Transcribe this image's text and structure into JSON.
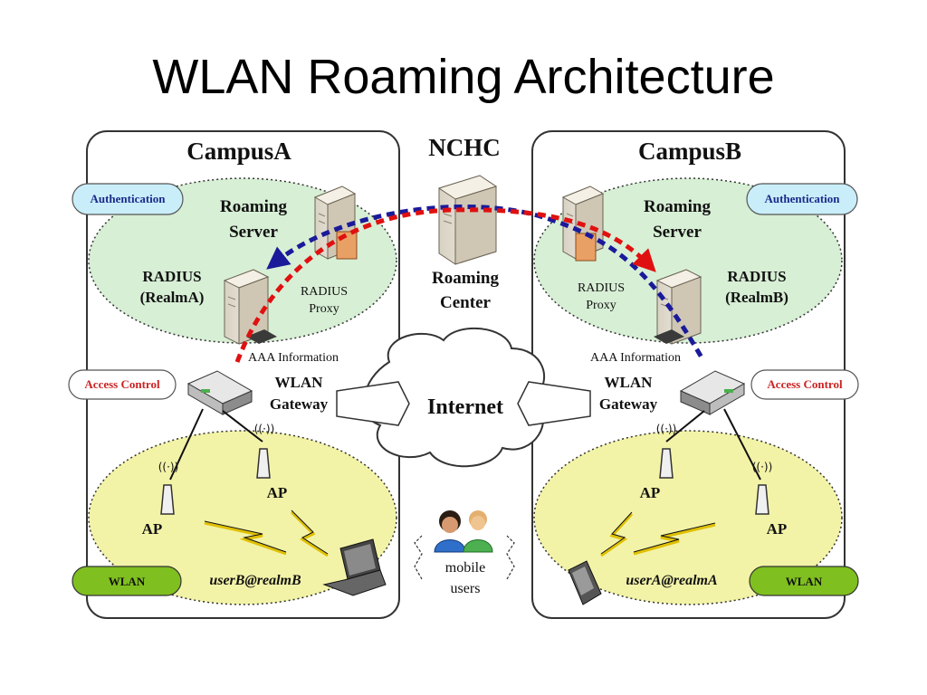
{
  "title": "WLAN Roaming Architecture",
  "colors": {
    "green_ellipse": "#d7efd5",
    "yellow_ellipse": "#f3f3a8",
    "auth_tag": "#c9eefa",
    "access_tag_border": "#cc2222",
    "wlan_tag": "#7fbf1f",
    "arrow_blue": "#1a1a9a",
    "arrow_red": "#e01010"
  },
  "nchc": {
    "label": "NCHC",
    "center_line1": "Roaming",
    "center_line2": "Center",
    "server_icon": "server-icon"
  },
  "campus_a": {
    "title": "CampusA",
    "auth_tag": "Authentication",
    "roaming_line1": "Roaming",
    "roaming_line2": "Server",
    "radius_line1": "RADIUS",
    "radius_line2": "(RealmA)",
    "proxy_line1": "RADIUS",
    "proxy_line2": "Proxy",
    "aaa": "AAA Information",
    "access_tag": "Access Control",
    "gateway_line1": "WLAN",
    "gateway_line2": "Gateway",
    "ap_top": "AP",
    "ap_left": "AP",
    "user": "userB@realmB",
    "wlan_tag": "WLAN"
  },
  "campus_b": {
    "title": "CampusB",
    "auth_tag": "Authentication",
    "roaming_line1": "Roaming",
    "roaming_line2": "Server",
    "radius_line1": "RADIUS",
    "radius_line2": "(RealmB)",
    "proxy_line1": "RADIUS",
    "proxy_line2": "Proxy",
    "aaa": "AAA Information",
    "access_tag": "Access Control",
    "gateway_line1": "WLAN",
    "gateway_line2": "Gateway",
    "ap_top": "AP",
    "ap_right": "AP",
    "user": "userA@realmA",
    "wlan_tag": "WLAN"
  },
  "internet": "Internet",
  "mobile": {
    "line1": "mobile",
    "line2": "users"
  }
}
